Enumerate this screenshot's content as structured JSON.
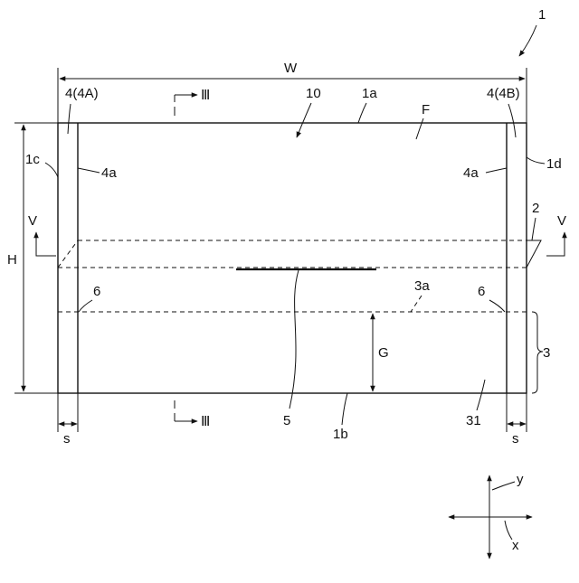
{
  "ref_main": "1",
  "dims": {
    "width": "W",
    "height": "H",
    "gap": "G",
    "strip_left": "s",
    "strip_right": "s"
  },
  "labels": {
    "area_10": "10",
    "top_edge": "1a",
    "bottom_edge": "1b",
    "left_edge": "1c",
    "right_edge": "1d",
    "film": "F",
    "strip_left": "4(4A)",
    "strip_right": "4(4B)",
    "strip_edge_left": "4a",
    "strip_edge_right": "4a",
    "tab": "2",
    "fold_region": "3",
    "fold_line": "3a",
    "fold_panel": "31",
    "center_mark": "5",
    "corner_left": "6",
    "corner_right": "6"
  },
  "sections": {
    "iii_top": "Ⅲ",
    "iii_bottom": "Ⅲ",
    "v_left": "V",
    "v_right": "V"
  },
  "axes": {
    "y": "y",
    "x": "x"
  }
}
